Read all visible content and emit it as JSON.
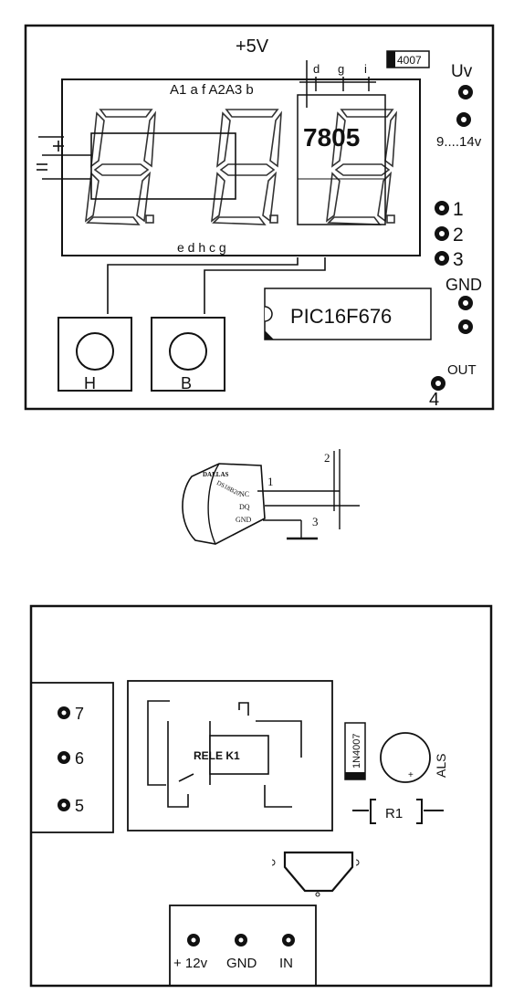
{
  "board1": {
    "supply_label": "+5V",
    "diode_label": "4007",
    "uv_label": "Uv",
    "voltage_range": "9....14v",
    "anode_labels": "A1  a  f  A2A3  b",
    "top_seg_labels": [
      "d",
      "g",
      "i"
    ],
    "bottom_seg_labels": "e  d  h  c  g",
    "regulator_label": "7805",
    "pin_labels": [
      "1",
      "2",
      "3"
    ],
    "gnd_label": "GND",
    "out_label": "OUT",
    "out_pin": "4",
    "mcu_label": "PIC16F676",
    "button_h": "H",
    "button_b": "B"
  },
  "sensor": {
    "brand": "DALLAS",
    "part": "DS18B20",
    "pin_nc": "NC",
    "pin_dq": "DQ",
    "pin_gnd": "GND",
    "wire_labels": [
      "1",
      "2",
      "3"
    ]
  },
  "board2": {
    "connector_pins": [
      "7",
      "6",
      "5"
    ],
    "relay_label": "RELE K1",
    "diode_label": "1N4007",
    "cap_label": "ALS",
    "cap_polarity": "+",
    "resistor_label": "R1",
    "power_labels": [
      "+ 12v",
      "GND",
      "IN"
    ]
  },
  "colors": {
    "ink": "#111111",
    "paper": "#ffffff",
    "segment": "#333333"
  }
}
